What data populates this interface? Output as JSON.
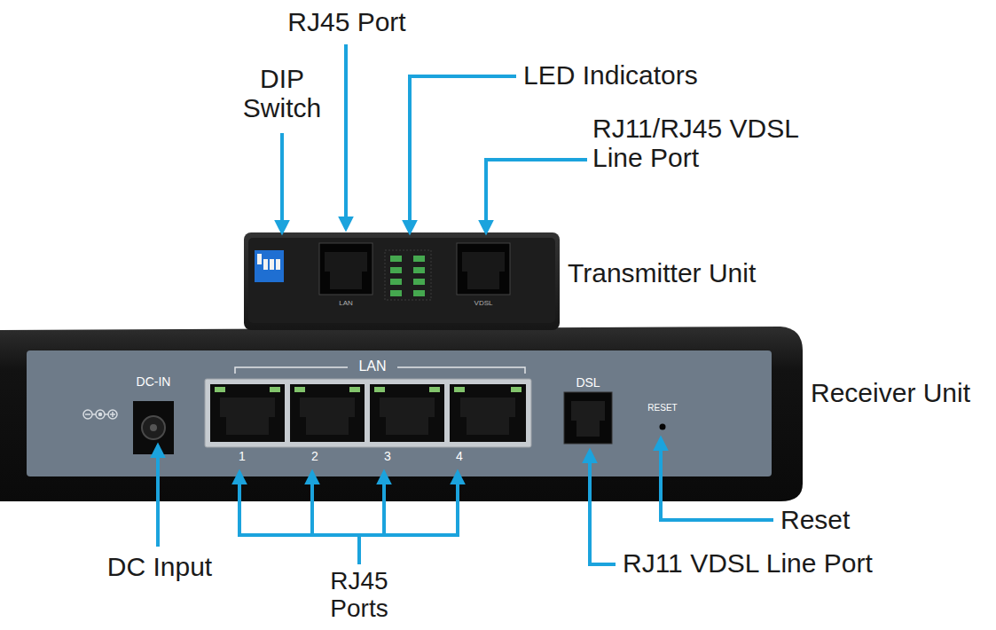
{
  "diagram": {
    "labels": [
      "RJ45 Port",
      "DIP Switch",
      "LED Indicators",
      "RJ11/RJ45 VDSL Line Port",
      "LAN",
      "VDSL",
      "Transmitter Unit",
      "DC-IN",
      "LAN",
      "1",
      "2",
      "3",
      "4",
      "DSL",
      "RESET",
      "Receiver Unit",
      "Reset",
      "DC Input",
      "RJ45 Ports",
      "RJ11 VDSL Line Port"
    ]
  }
}
